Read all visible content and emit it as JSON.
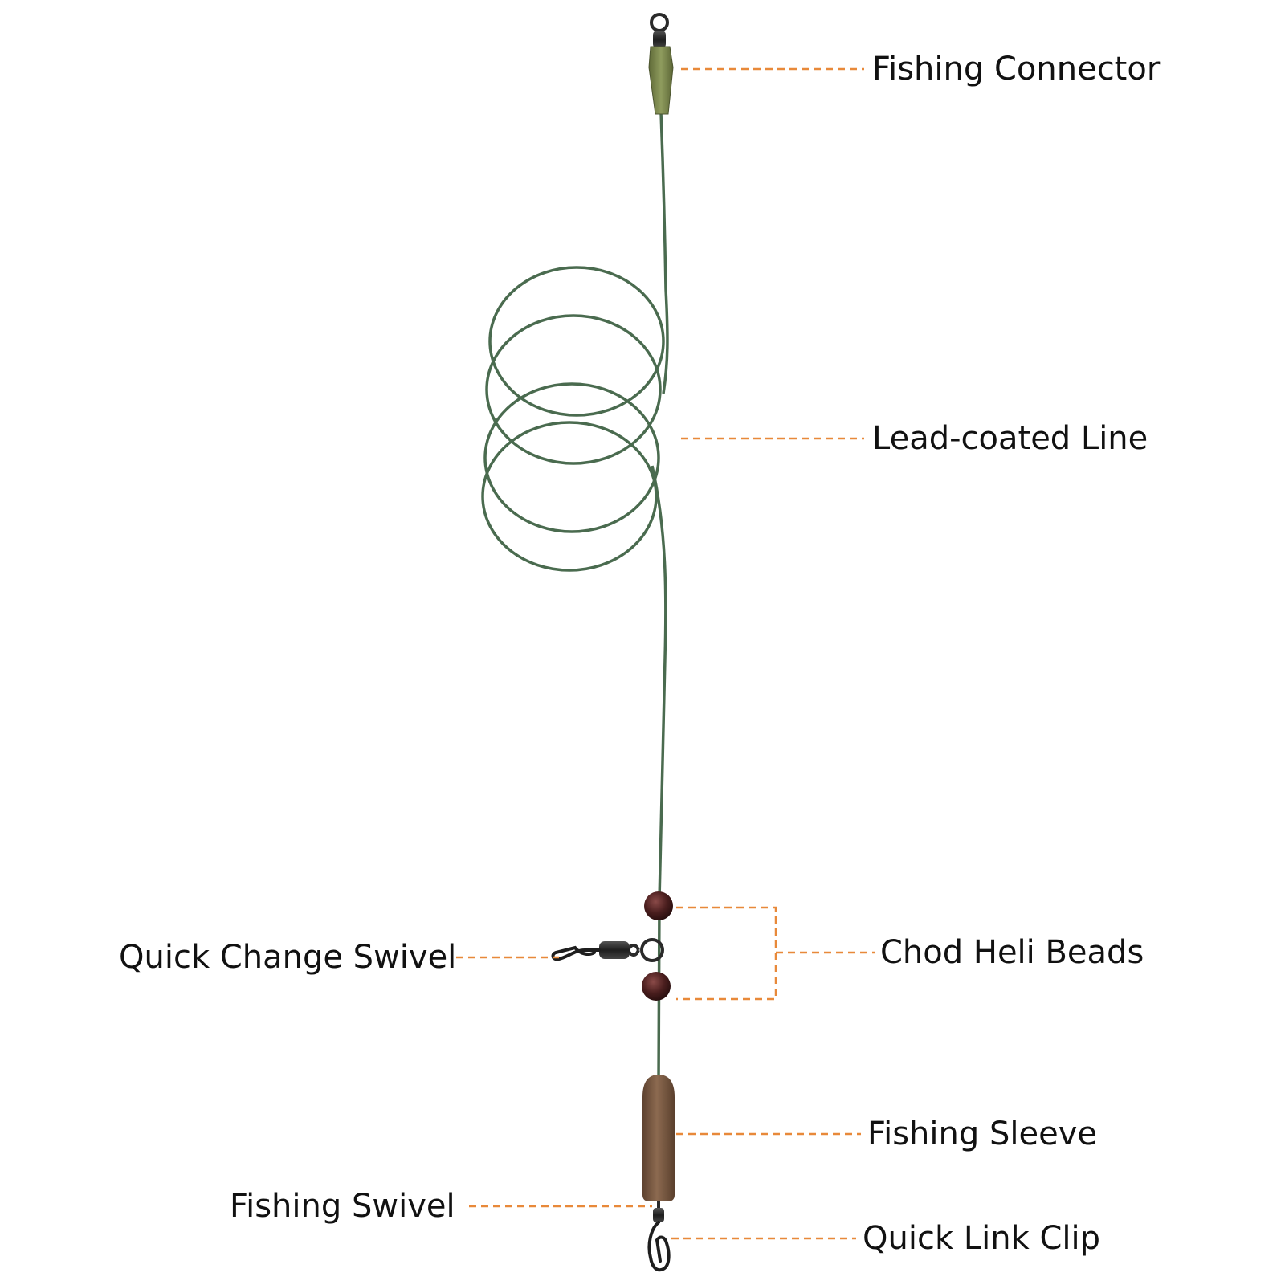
{
  "labels": {
    "fishing_connector": "Fishing Connector",
    "lead_coated_line": "Lead-coated Line",
    "chod_heli_beads": "Chod Heli Beads",
    "quick_change_swivel": "Quick Change Swivel",
    "fishing_sleeve": "Fishing Sleeve",
    "fishing_swivel": "Fishing Swivel",
    "quick_link_clip": "Quick Link Clip"
  },
  "colors": {
    "leader_line": "#e8893a",
    "fishing_line": "#4a6b4f",
    "connector": "#7d8a4e",
    "bead": "#4a1e1e",
    "sleeve": "#7a5a40",
    "metal": "#2a2a2a",
    "text": "#111111"
  }
}
